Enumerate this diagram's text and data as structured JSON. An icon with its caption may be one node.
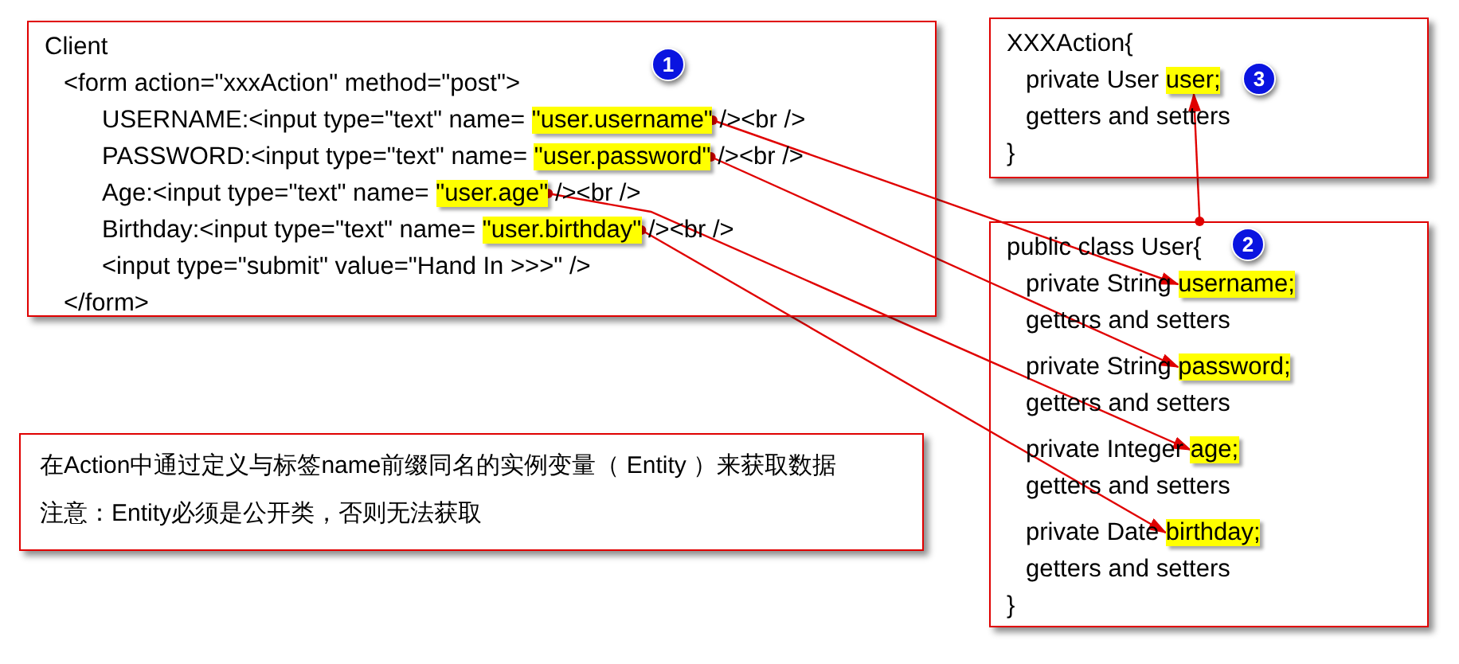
{
  "diagram": {
    "nodes": [
      {
        "text": [
          "Client",
          "<form action=\"xxxAction\" method=\"post\">",
          "USERNAME:<input type=\"text\" name=",
          "/><br />",
          "PASSWORD:<input type=\"text\" name=",
          "/><br />",
          "Age:<input type=\"text\" name=",
          "/><br />",
          "Birthday:<input type=\"text\" name=",
          "/><br />",
          "<input type=\"submit\" value=\"Hand In >>>\" />",
          "</form>"
        ]
      },
      {
        "text": [
          "\"user.username\""
        ],
        "in": 0
      },
      {
        "text": [
          "\"user.password\""
        ],
        "in": 0
      },
      {
        "text": [
          "\"user.age\""
        ],
        "in": 0
      },
      {
        "text": [
          "\"user.birthday\""
        ],
        "in": 0
      },
      {
        "text": [
          "XXXAction{",
          "private User",
          "getters and setters",
          "}"
        ]
      },
      {
        "text": [
          "user;"
        ],
        "in": 5
      },
      {
        "text": [
          "public class User{",
          "private String",
          "getters and setters",
          "private String",
          "getters and setters",
          "private Integer",
          "getters and setters",
          "private Date",
          "getters and setters",
          "}"
        ]
      },
      {
        "text": [
          "username;"
        ],
        "in": 7
      },
      {
        "text": [
          "password;"
        ],
        "in": 7
      },
      {
        "text": [
          "age;"
        ],
        "in": 7
      },
      {
        "text": [
          "birthday;"
        ],
        "in": 7
      },
      {
        "text": [
          "在Action中通过定义与标签name前缀同名的实例变量（ Entity ）来获取数据",
          "注意：Entity必须是公开类，否则无法获取"
        ]
      }
    ],
    "edges": [
      {
        "from": 1,
        "to": 8,
        "arrow": "to"
      },
      {
        "from": 2,
        "to": 9,
        "arrow": "to"
      },
      {
        "from": 3,
        "to": 10,
        "arrow": "to"
      },
      {
        "from": 4,
        "to": 11,
        "arrow": "to"
      },
      {
        "from": 7,
        "to": 6,
        "arrow": "to"
      }
    ],
    "labels": [
      "1",
      "2",
      "3"
    ]
  }
}
